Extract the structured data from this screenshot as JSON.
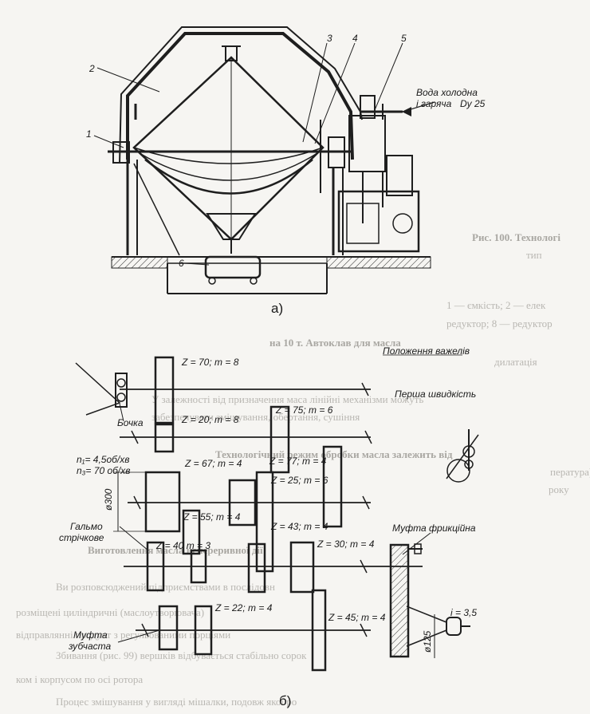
{
  "figure_a": {
    "caption": "а)",
    "numbers": [
      "1",
      "2",
      "3",
      "4",
      "5",
      "6"
    ],
    "water_label": "Вода холодна",
    "water_label2": "і гаряча",
    "water_dn": "Dy 25"
  },
  "figure_b": {
    "caption": "б)",
    "levers_title": "Положення важелів",
    "first_speed": "Перша швидкість",
    "barrel": "Бочка",
    "speed1": "n₁= 4,5об/хв",
    "speed3": "n₃= 70 об/хв",
    "brake1": "Гальмо",
    "brake2": "стрічкове",
    "clutch_friction": "Муфта фрикційна",
    "clutch_gear1": "Муфта",
    "clutch_gear2": "зубчаста",
    "diam300": "ø300",
    "diam125": "ø125",
    "ratio": "i = 3,5",
    "gears": [
      "Z = 70;  m = 8",
      "Z = 20;  m = 8",
      "Z = 75;  m = 6",
      "Z = 67;  m = 4",
      "Z = 77;  m = 4",
      "Z = 25;  m = 6",
      "Z = 55;  m = 4",
      "Z = 43;  m = 4",
      "Z = 40  m = 3",
      "Z = 30;  m = 4",
      "Z = 22;  m = 4",
      "Z = 45;  m = 4"
    ]
  },
  "bleed_through": {
    "lines": [
      "Рис. 100. Технологі",
      "тип",
      "1 — ємкість; 2 — елек",
      "редуктор; 8 — редуктор",
      "на 10 т. Автоклав для масла",
      "дилатація",
      "У залежності від призначення маса лінійні механізми можуть",
      "забезпечувати змішування, обертання, сушіння",
      "Технологічний режим обробки масла залежить від",
      "пература) залежить від особливостей конструкції і пори",
      "року",
      "Виготовлення масла непереривної дії",
      "Ви розповсюджений підприємствами в послідовн",
      "розміщені циліндричні (маслоутворювача)",
      "відправлянні продукт з регульованими порціями",
      "Збивання (рис. 99) вершків відбувається стабільно сорок",
      "ком і корпусом по осі ротора",
      "Процес змішування у вигляді мішалки, подовж якої ро"
    ]
  }
}
